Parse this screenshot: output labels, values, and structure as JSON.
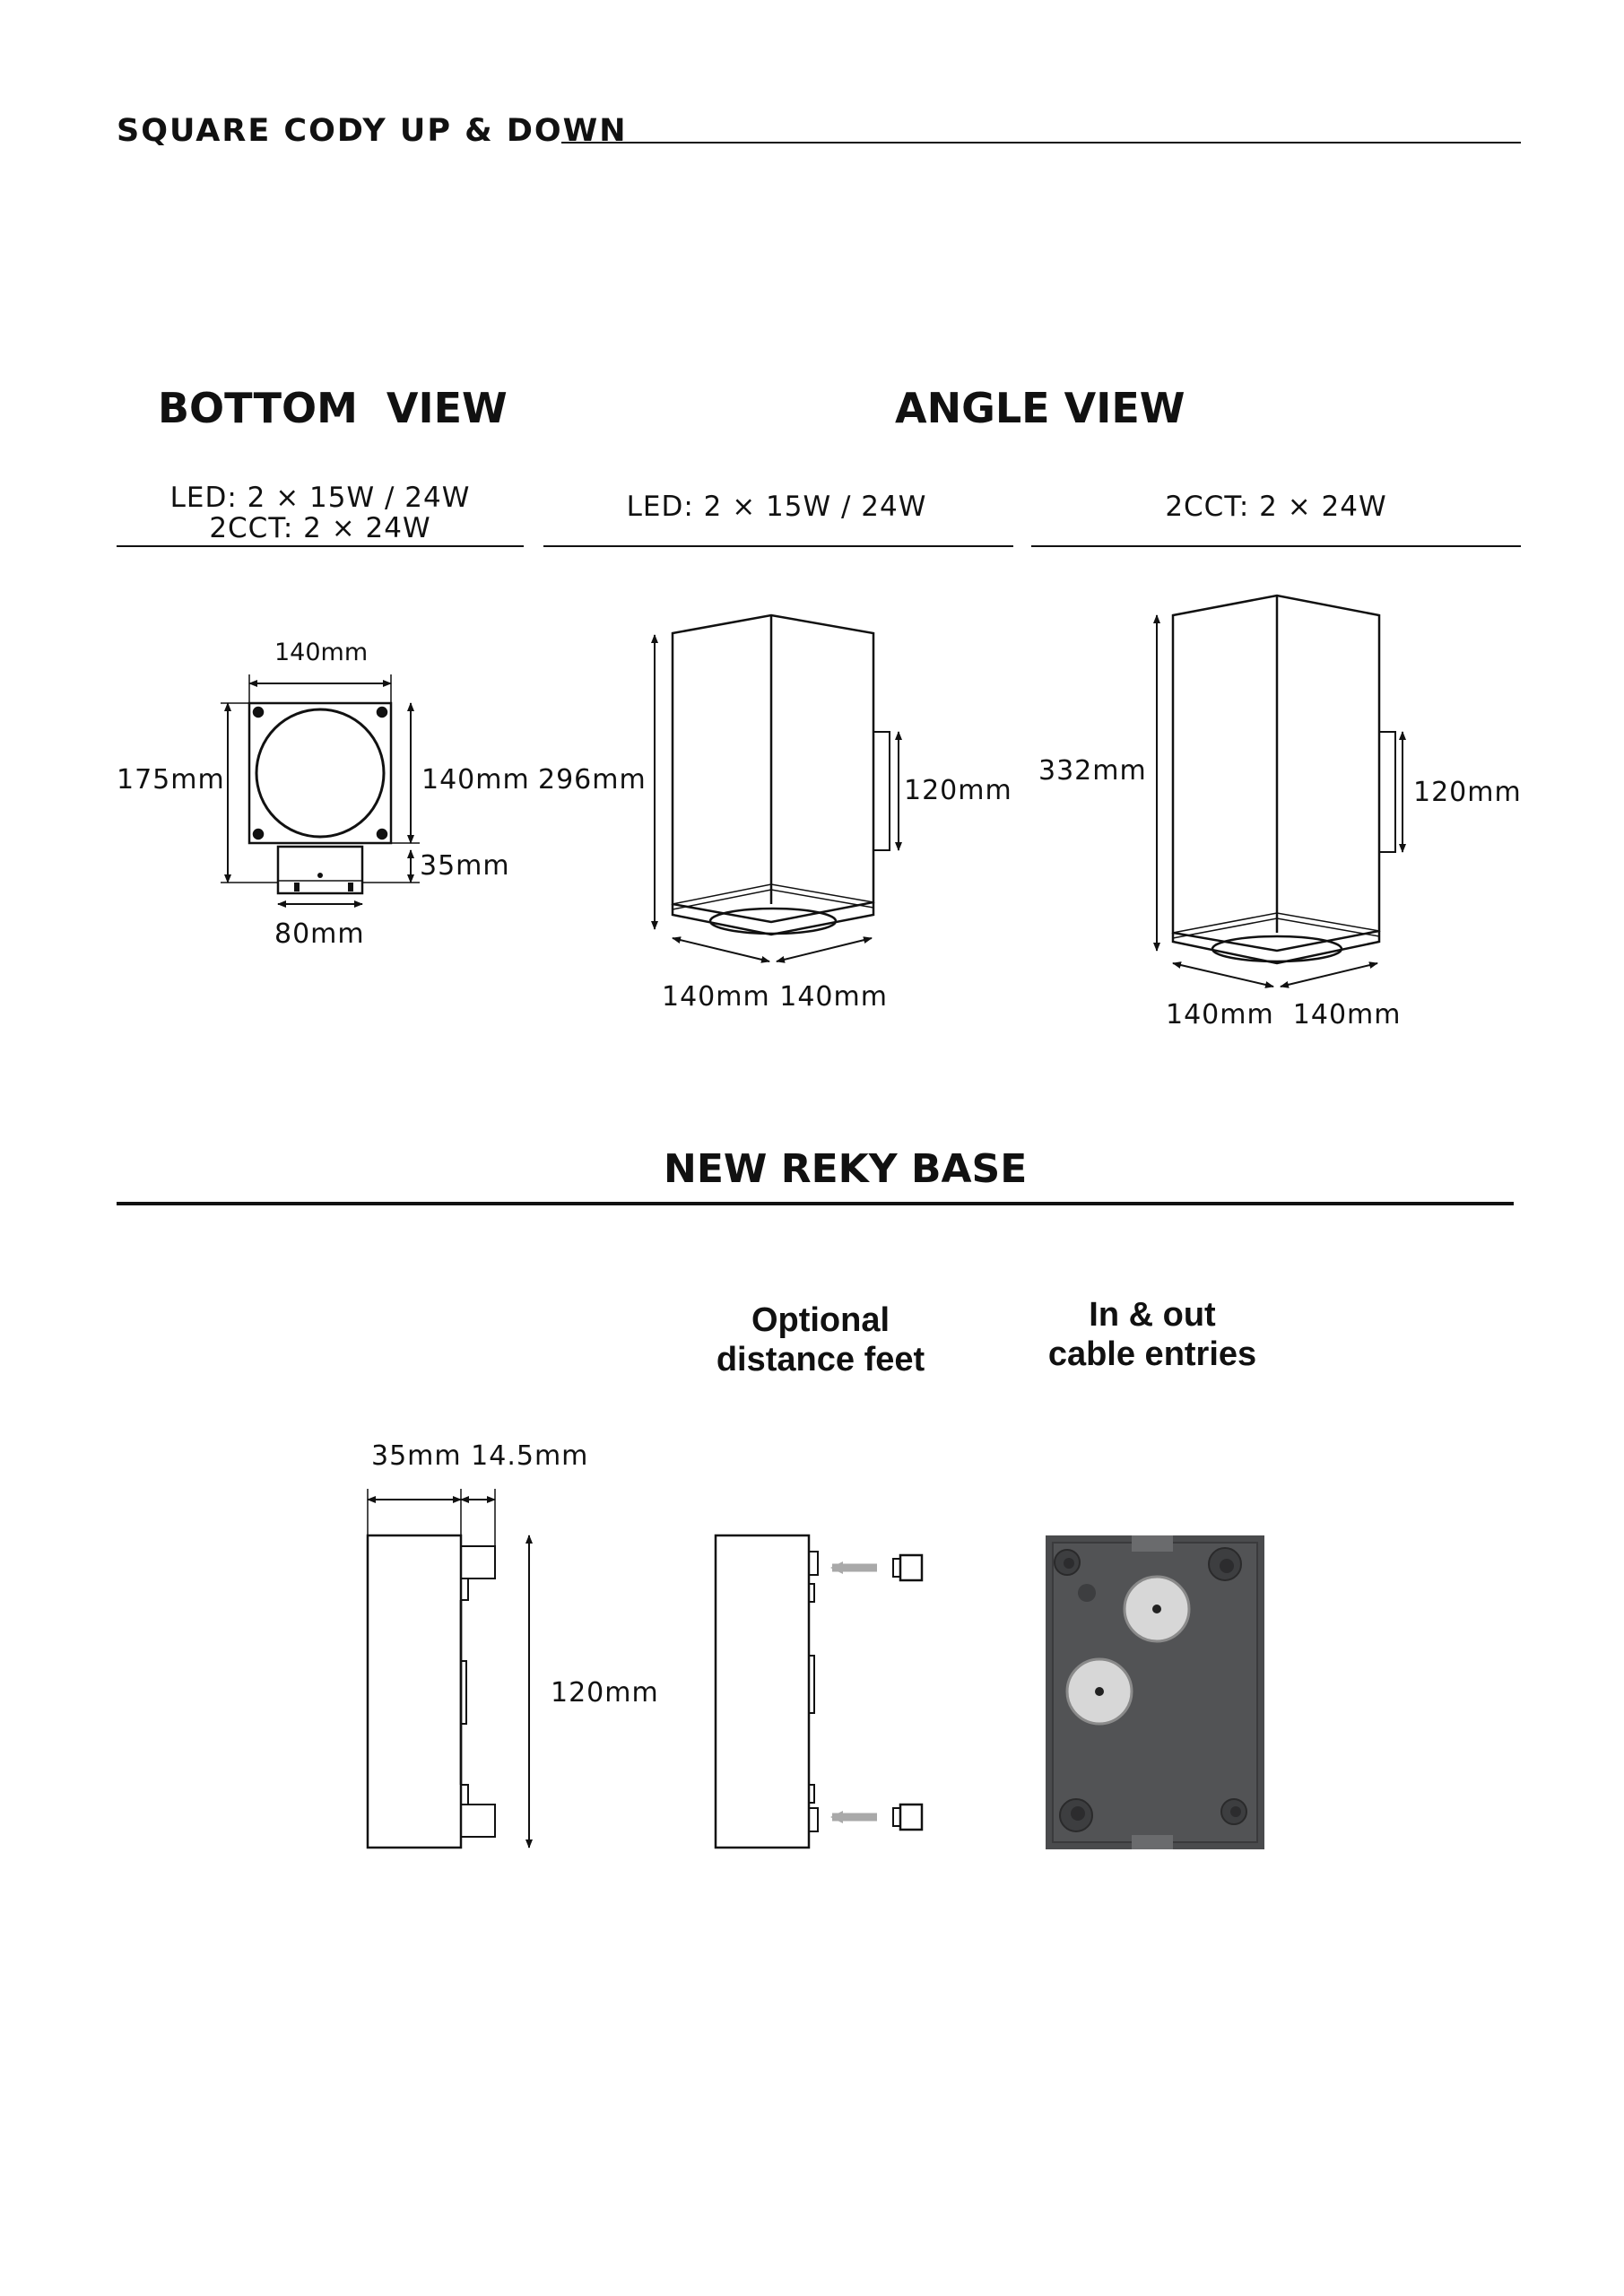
{
  "header": {
    "title": "SQUARE CODY UP & DOWN"
  },
  "sections": {
    "bottom_view": {
      "title": "BOTTOM  VIEW",
      "spec_line1": "LED: 2 × 15W / 24W",
      "spec_line2": "2CCT: 2 × 24W",
      "dims": {
        "width": "140mm",
        "height": "175mm",
        "body": "140mm",
        "base": "35mm",
        "bottom": "80mm"
      }
    },
    "angle_view": {
      "title": "ANGLE VIEW",
      "led": {
        "spec": "LED: 2 × 15W / 24W",
        "dims": {
          "height": "296mm",
          "base": "120mm",
          "bottom": "140mm 140mm"
        }
      },
      "cct": {
        "spec": "2CCT: 2 × 24W",
        "dims": {
          "height": "332mm",
          "base": "120mm",
          "bottom": "140mm  140mm"
        }
      }
    },
    "reky_base": {
      "title": "NEW REKY BASE",
      "dims": {
        "top": "35mm 14.5mm",
        "height": "120mm"
      },
      "feet_label_line1": "Optional",
      "feet_label_line2": "distance feet",
      "cable_label_line1": "In & out",
      "cable_label_line2": "cable entries"
    }
  },
  "colors": {
    "ink": "#111111",
    "photo_body": "#4a4b4d",
    "arrow_gray": "#a9a9a9"
  }
}
